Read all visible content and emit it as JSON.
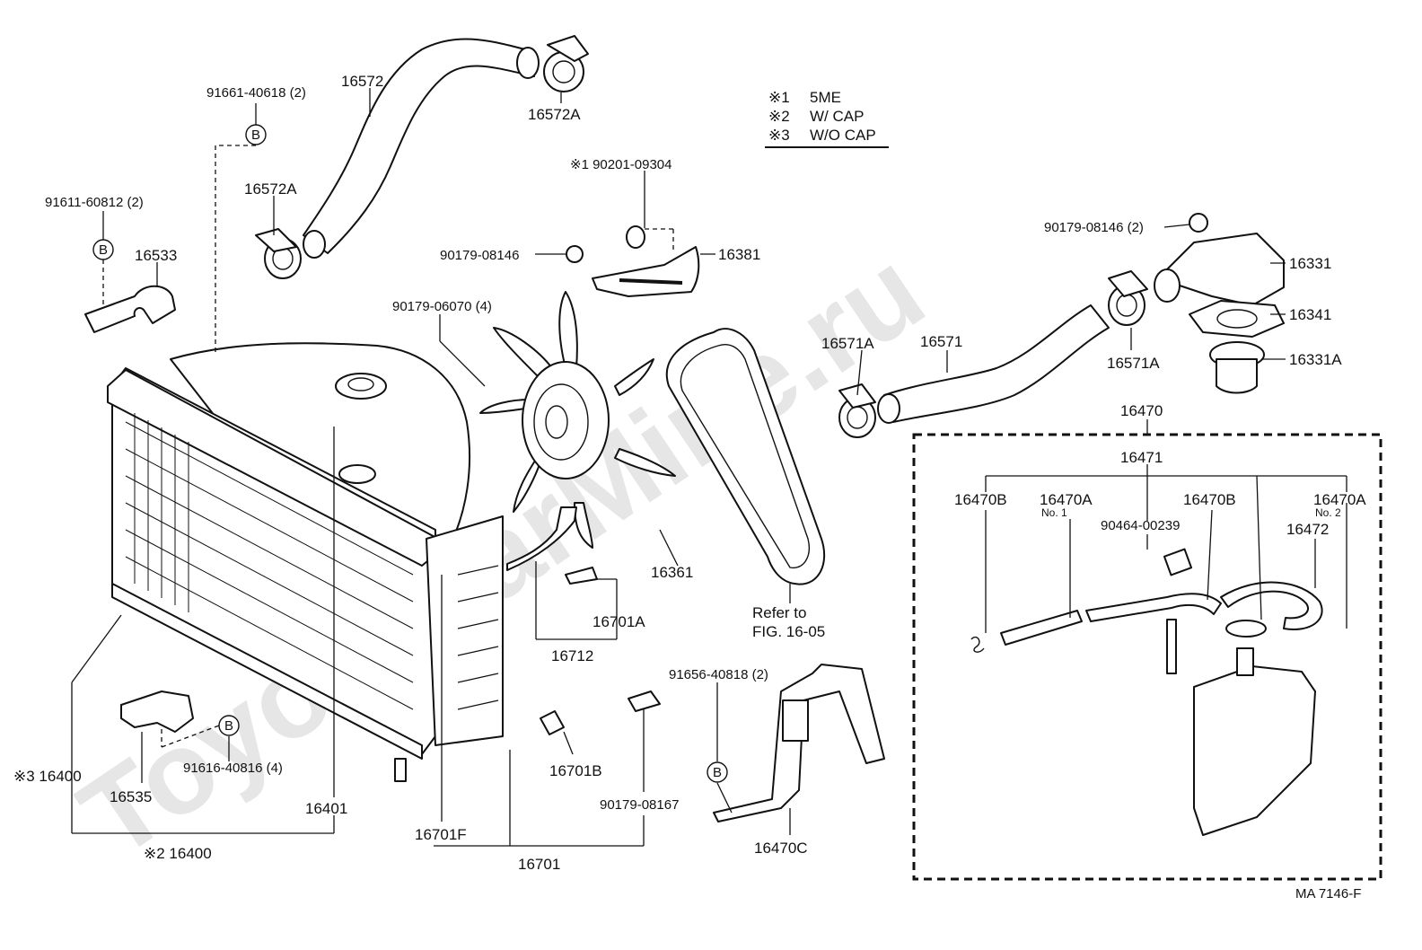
{
  "notes": [
    {
      "mark": "※1",
      "text": "5ME"
    },
    {
      "mark": "※2",
      "text": "W/ CAP"
    },
    {
      "mark": "※3",
      "text": "W/O CAP"
    }
  ],
  "watermark": "ToyotaCarMine.ru",
  "circle_ref": "B",
  "labels": {
    "p16572": "16572",
    "p16572A_top": "16572A",
    "p16572A_left": "16572A",
    "p91661": "91661-40618 (2)",
    "p91611": "91611-60812 (2)",
    "p16533": "16533",
    "p90201": "※1  90201-09304",
    "p90179_08146_mid": "90179-08146",
    "p16381": "16381",
    "p90179_06070": "90179-06070 (4)",
    "p90179_08146_right": "90179-08146 (2)",
    "p16331": "16331",
    "p16341": "16341",
    "p16331A": "16331A",
    "p16571A_left": "16571A",
    "p16571": "16571",
    "p16571A_right": "16571A",
    "p16470": "16470",
    "p16471": "16471",
    "p16470B_left": "16470B",
    "p16470A_no1": "16470A",
    "no1": "No. 1",
    "p16470B_mid": "16470B",
    "p16470A_no2": "16470A",
    "no2": "No. 2",
    "p90464": "90464-00239",
    "p16472": "16472",
    "p16361": "16361",
    "p16701A": "16701A",
    "p16712": "16712",
    "refer1": "Refer to",
    "refer2": "FIG. 16-05",
    "p91656": "91656-40818 (2)",
    "p16470C": "16470C",
    "p16701B": "16701B",
    "p90179_08167": "90179-08167",
    "p16701F": "16701F",
    "p16701": "16701",
    "p16401": "16401",
    "p16400_3": "※3  16400",
    "p16535": "16535",
    "p91616": "91616-40816 (4)",
    "p16400_2": "※2  16400",
    "fig_id": "MA  7146-F"
  }
}
